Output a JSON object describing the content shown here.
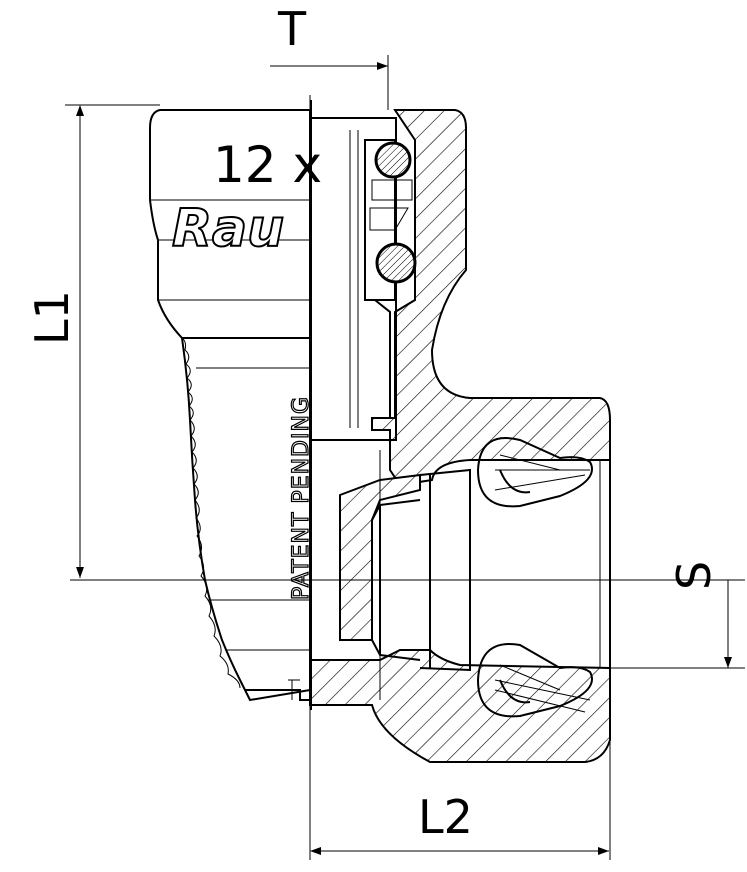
{
  "dimensions": {
    "t_label": "T",
    "l1_label": "L1",
    "l2_label": "L2",
    "s_label": "S"
  },
  "fitting_marking": {
    "size_text": "12 x",
    "brand_text": "Rau",
    "patent_text": "PATENT PENDING"
  }
}
